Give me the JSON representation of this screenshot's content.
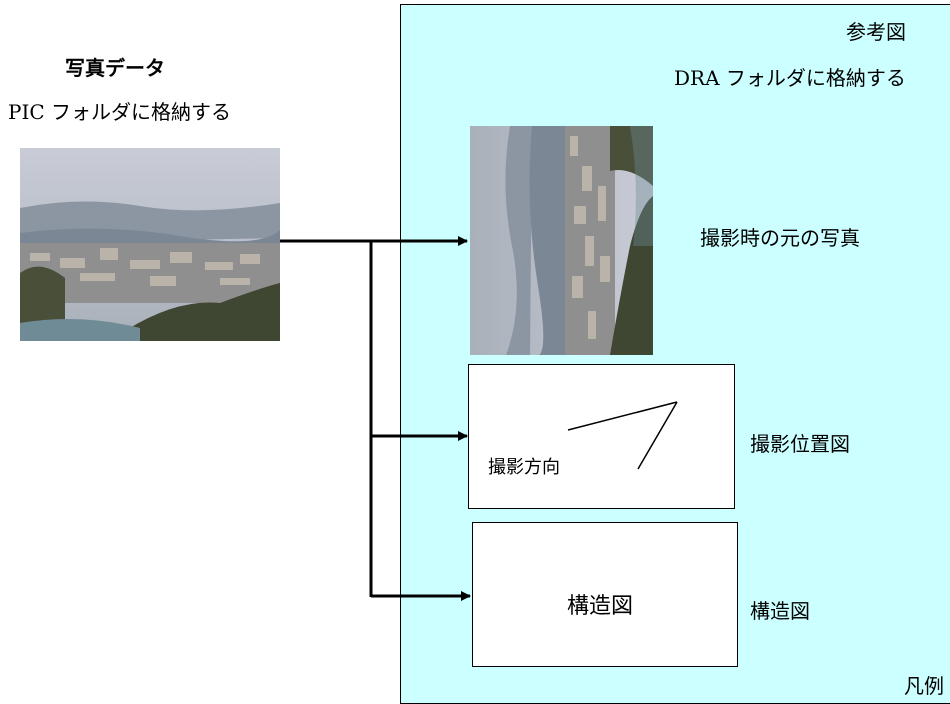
{
  "left": {
    "title": "写真データ",
    "subtitle": "PIC フォルダに格納する"
  },
  "panel": {
    "title": "参考図",
    "subtitle": "DRA フォルダに格納する",
    "legend": "凡例"
  },
  "items": {
    "original_photo_label": "撮影時の元の写真",
    "position_map_label": "撮影位置図",
    "direction_label": "撮影方向",
    "structure_box_text": "構造図",
    "structure_label": "構造図"
  },
  "colors": {
    "panel_bg": "#ccffff",
    "arrow": "#000000"
  }
}
